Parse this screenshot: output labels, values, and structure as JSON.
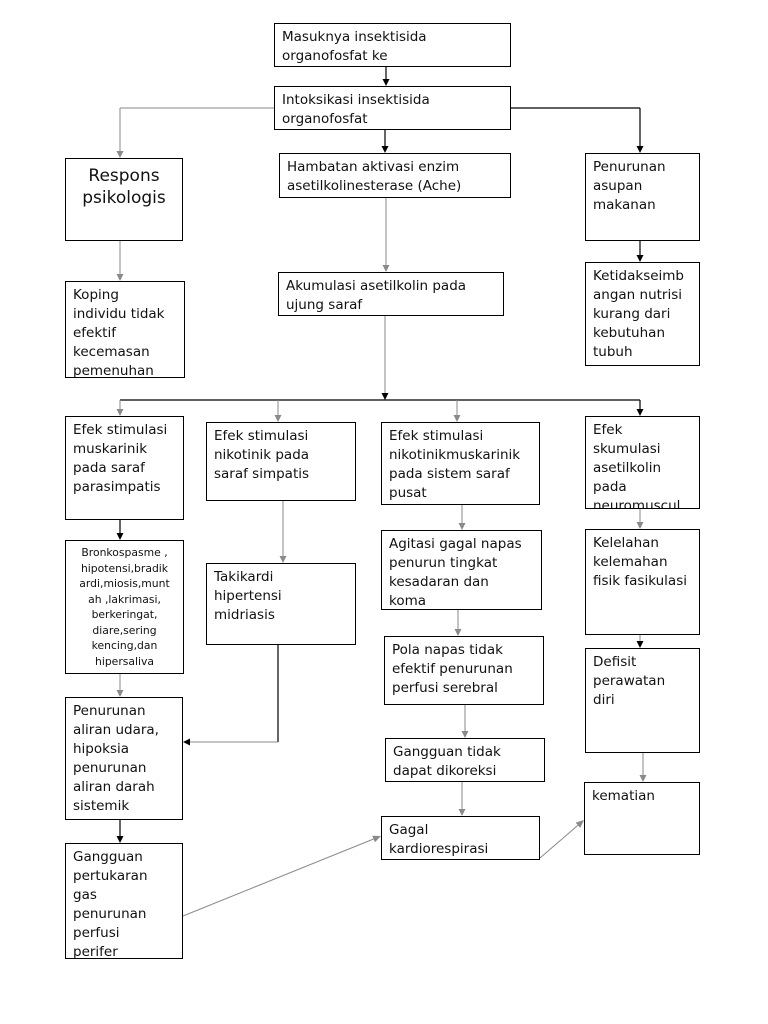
{
  "boxes": {
    "masuknya": "Masuknya insektisida\norganofosfat ke",
    "intoksikasi": "Intoksikasi insektisida\norganofosfat",
    "respons": "Respons\npsikologis",
    "hambatan": "Hambatan aktivasi enzim\nasetilkolinesterase (Ache)",
    "penurunan_asupan": "Penurunan\nasupan\nmakanan",
    "koping": "Koping\nindividu tidak\nefektif\nkecemasan\npemenuhan",
    "akumulasi": "Akumulasi asetilkolin pada\nujung saraf",
    "ketidakseimbangan": "Ketidakseimb\nangan nutrisi\nkurang dari\nkebutuhan\ntubuh",
    "efek_muskarinik": "Efek stimulasi\nmuskarinik\npada saraf\nparasimpatis",
    "efek_nikotinik": "Efek stimulasi\nnikotinik pada\nsaraf simpatis",
    "efek_pusat": "Efek stimulasi\nnikotinikmuskarinik\npada sistem saraf\npusat",
    "efek_neuromuscular": "Efek\nskumulasi\nasetilkolin\npada\nneuromuscul",
    "bronkospasme": "Bronkospasme ,\nhipotensi,bradik\nardi,miosis,munt\nah ,lakrimasi,\nberkeringat,\ndiare,sering\nkencing,dan\nhipersaliva",
    "takikardi": "Takikardi\nhipertensi\nmidriasis",
    "agitasi": "Agitasi gagal napas\npenurun tingkat\nkesadaran dan\nkoma",
    "kelelahan": "Kelelahan\nkelemahan\nfisik fasikulasi",
    "pola_napas": "Pola napas tidak\nefektif penurunan\nperfusi serebral",
    "defisit": "Defisit\nperawatan\ndiri",
    "penurunan_aliran": "Penurunan\naliran udara,\nhipoksia\npenurunan\naliran darah\nsistemik\npeingkatan\nkebutuhan",
    "gangguan_koreksi": "Gangguan tidak\ndapat dikoreksi",
    "kematian": "kematian",
    "gagal": "Gagal\nkardiorespirasi",
    "gangguan_pertukaran": "Gangguan\npertukaran\ngas\npenurunan\nperfusi\nperifer\nketidakseimb"
  }
}
